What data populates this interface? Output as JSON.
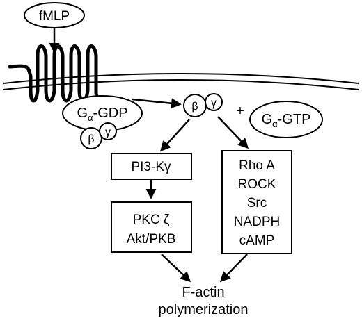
{
  "diagram": {
    "ligand": "fMLP",
    "g_alpha_gdp": {
      "base": "G",
      "sub": "α",
      "suffix": "-GDP"
    },
    "beta": "β",
    "gamma": "γ",
    "plus": "+",
    "g_alpha_gtp": {
      "base": "G",
      "sub": "α",
      "suffix": "-GTP"
    },
    "pi3k": "PI3-Kγ",
    "pkc_box": [
      "PKC ζ",
      "Akt/PKB"
    ],
    "rho_box": [
      "Rho A",
      "ROCK",
      "Src",
      "NADPH",
      "cAMP"
    ],
    "output": [
      "F-actin",
      "polymerization"
    ],
    "colors": {
      "ink": "#000000",
      "background": "#ffffff"
    }
  }
}
